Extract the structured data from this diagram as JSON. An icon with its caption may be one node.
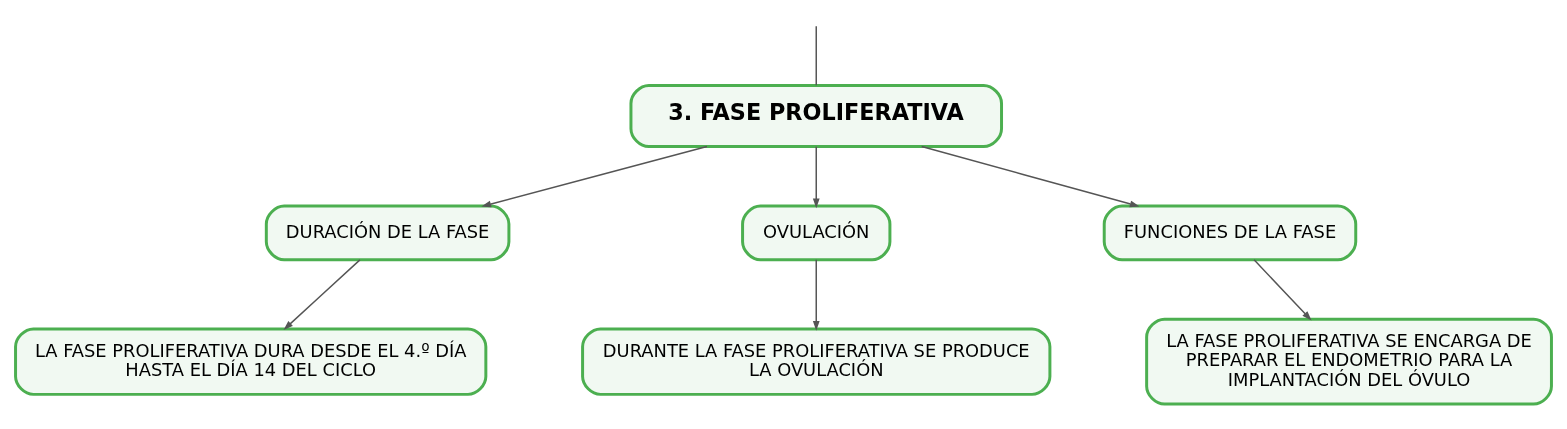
{
  "diagram": {
    "nodes": [
      {
        "text": [
          "3. FASE PROLIFERATIVA"
        ]
      },
      {
        "text": [
          "DURACIÓN DE LA FASE"
        ]
      },
      {
        "text": [
          "OVULACIÓN"
        ]
      },
      {
        "text": [
          "FUNCIONES DE LA FASE"
        ]
      },
      {
        "text": [
          "LA FASE PROLIFERATIVA DURA DESDE EL 4.º DÍA HASTA EL DÍA 14 DEL CICLO"
        ]
      },
      {
        "text": [
          "DURANTE LA FASE PROLIFERATIVA SE PRODUCE LA OVULACIÓN"
        ]
      },
      {
        "text": [
          "LA FASE PROLIFERATIVA SE ENCARGA DE PREPARAR EL ENDOMETRIO PARA LA IMPLANTACIÓN DEL ÓVULO"
        ]
      }
    ],
    "edges": [
      {
        "from": null,
        "to": 0,
        "arrow": "none"
      },
      {
        "from": 0,
        "to": 1,
        "arrow": "to"
      },
      {
        "from": 0,
        "to": 2,
        "arrow": "to"
      },
      {
        "from": 0,
        "to": 3,
        "arrow": "to"
      },
      {
        "from": 1,
        "to": 4,
        "arrow": "to"
      },
      {
        "from": 2,
        "to": 5,
        "arrow": "to"
      },
      {
        "from": 3,
        "to": 6,
        "arrow": "to"
      }
    ]
  }
}
